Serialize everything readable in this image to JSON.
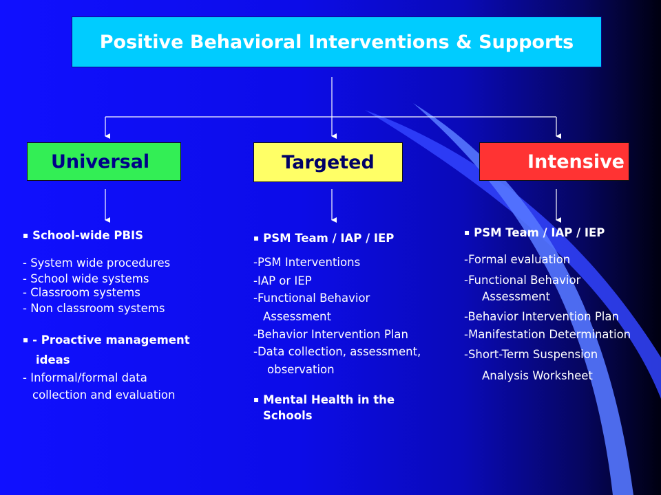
{
  "title": "Positive Behavioral Interventions & Supports",
  "tiers": {
    "universal": {
      "label": "Universal",
      "heading": "School-wide PBIS",
      "items": [
        "- System wide procedures",
        "- School wide systems",
        "- Classroom systems",
        "- Non classroom systems"
      ],
      "heading2_line1": "- Proactive management",
      "heading2_line2": "ideas",
      "item2_line1": "- Informal/formal data",
      "item2_line2": "collection and evaluation"
    },
    "targeted": {
      "label": "Targeted",
      "heading": "PSM Team / IAP / IEP",
      "lines": [
        "-PSM Interventions",
        "-IAP or IEP",
        "-Functional Behavior",
        "Assessment",
        "-Behavior Intervention Plan",
        "-Data collection, assessment,",
        "observation"
      ],
      "heading2_line1": "Mental Health in the",
      "heading2_line2": "Schools"
    },
    "intensive": {
      "label": "Intensive",
      "heading": "PSM Team / IAP / IEP",
      "lines": [
        "-Formal evaluation",
        "-Functional Behavior",
        "Assessment",
        "-Behavior Intervention Plan",
        "-Manifestation Determination",
        "-Short-Term Suspension",
        "Analysis Worksheet"
      ]
    }
  },
  "colors": {
    "title_box": "#00ccff",
    "universal": "#33ee55",
    "targeted": "#ffff66",
    "intensive": "#ff3333"
  }
}
